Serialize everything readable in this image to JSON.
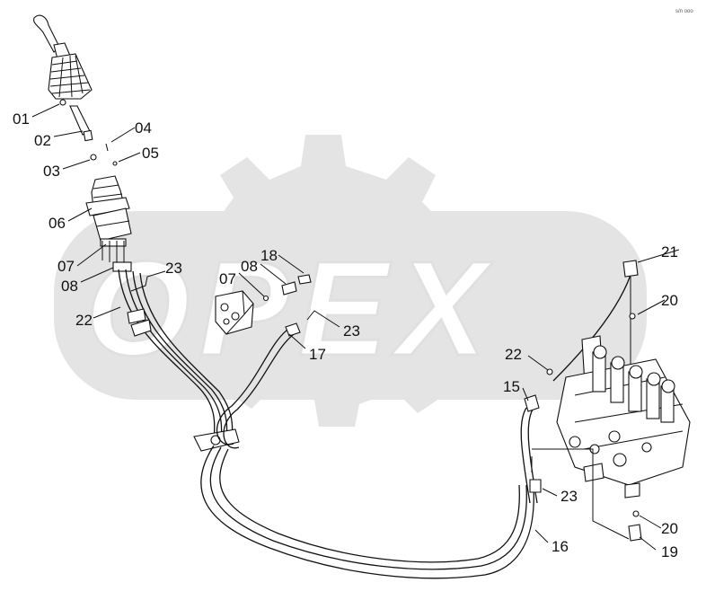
{
  "watermark": "OPEX",
  "corner_mark": "s/n ooo",
  "callouts": {
    "c01": "01",
    "c02": "02",
    "c03": "03",
    "c04": "04",
    "c05": "05",
    "c06": "06",
    "c07a": "07",
    "c07b": "07",
    "c08a": "08",
    "c08b": "08",
    "c15": "15",
    "c16": "16",
    "c17": "17",
    "c18": "18",
    "c19": "19",
    "c20a": "20",
    "c20b": "20",
    "c21": "21",
    "c22a": "22",
    "c22b": "22",
    "c23a": "23",
    "c23b": "23",
    "c23c": "23"
  }
}
